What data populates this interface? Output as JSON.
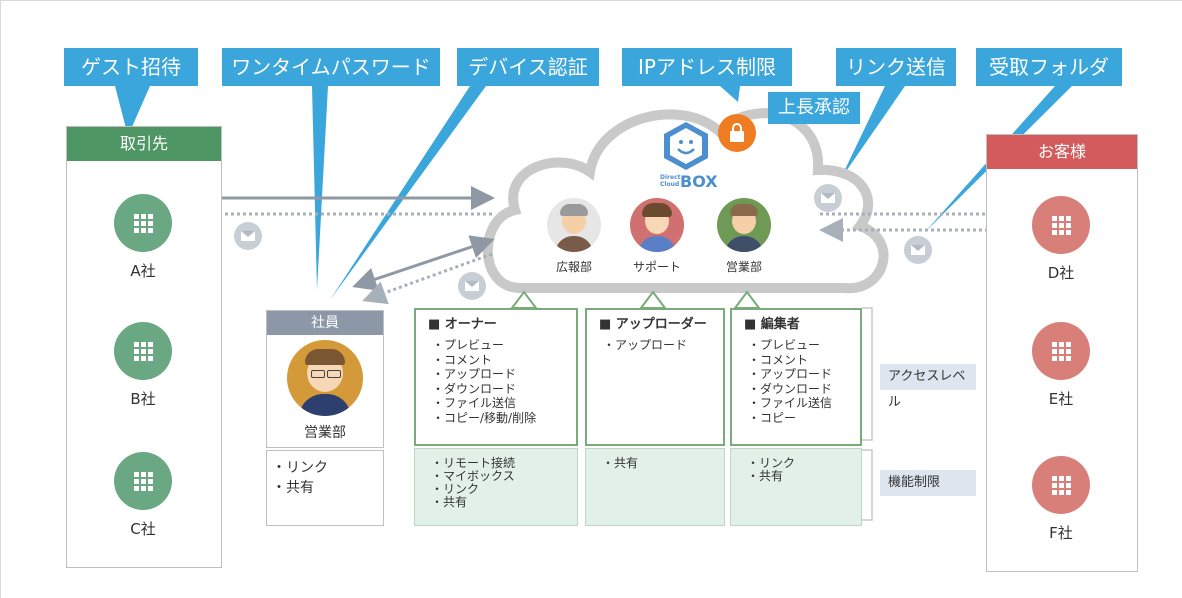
{
  "tags": {
    "guest": "ゲスト招待",
    "otp": "ワンタイムパスワード",
    "device": "デバイス認証",
    "ip": "IPアドレス制限",
    "link": "リンク送信",
    "folder": "受取フォルダ",
    "approval": "上長承認"
  },
  "left_panel": {
    "title": "取引先",
    "companies": [
      "A社",
      "B社",
      "C社"
    ],
    "header_color": "#4f9665",
    "icon_color": "#6aa884"
  },
  "right_panel": {
    "title": "お客様",
    "companies": [
      "D社",
      "E社",
      "F社"
    ],
    "header_color": "#d35b5b",
    "icon_color": "#d87f7a"
  },
  "cloud": {
    "brand_top": "Direct Cloud",
    "brand_box": "BOX",
    "members": [
      "広報部",
      "サポート",
      "営業部"
    ]
  },
  "employee": {
    "header": "社員",
    "name": "営業部",
    "features": [
      "リンク",
      "共有"
    ]
  },
  "roles": [
    {
      "title": "■ オーナー",
      "items": [
        "プレビュー",
        "コメント",
        "アップロード",
        "ダウンロード",
        "ファイル送信",
        "コピー/移動/削除"
      ],
      "functions": [
        "リモート接続",
        "マイボックス",
        "リンク",
        "共有"
      ]
    },
    {
      "title": "■ アップローダー",
      "items": [
        "アップロード"
      ],
      "functions": [
        "共有"
      ]
    },
    {
      "title": "■ 編集者",
      "items": [
        "プレビュー",
        "コメント",
        "アップロード",
        "ダウンロード",
        "ファイル送信",
        "コピー"
      ],
      "functions": [
        "リンク",
        "共有"
      ]
    }
  ],
  "side_labels": {
    "access": "アクセスレベル",
    "function": "機能制限"
  },
  "icons": {
    "lock": "lock-icon",
    "mail": "mail-icon",
    "building": "building-icon",
    "logo": "cloud-box-logo-icon"
  },
  "colors": {
    "tag": "#3aa6dc",
    "role_border": "#7aab7a",
    "function_bg": "#e3f0e8",
    "lock": "#f07c21"
  }
}
